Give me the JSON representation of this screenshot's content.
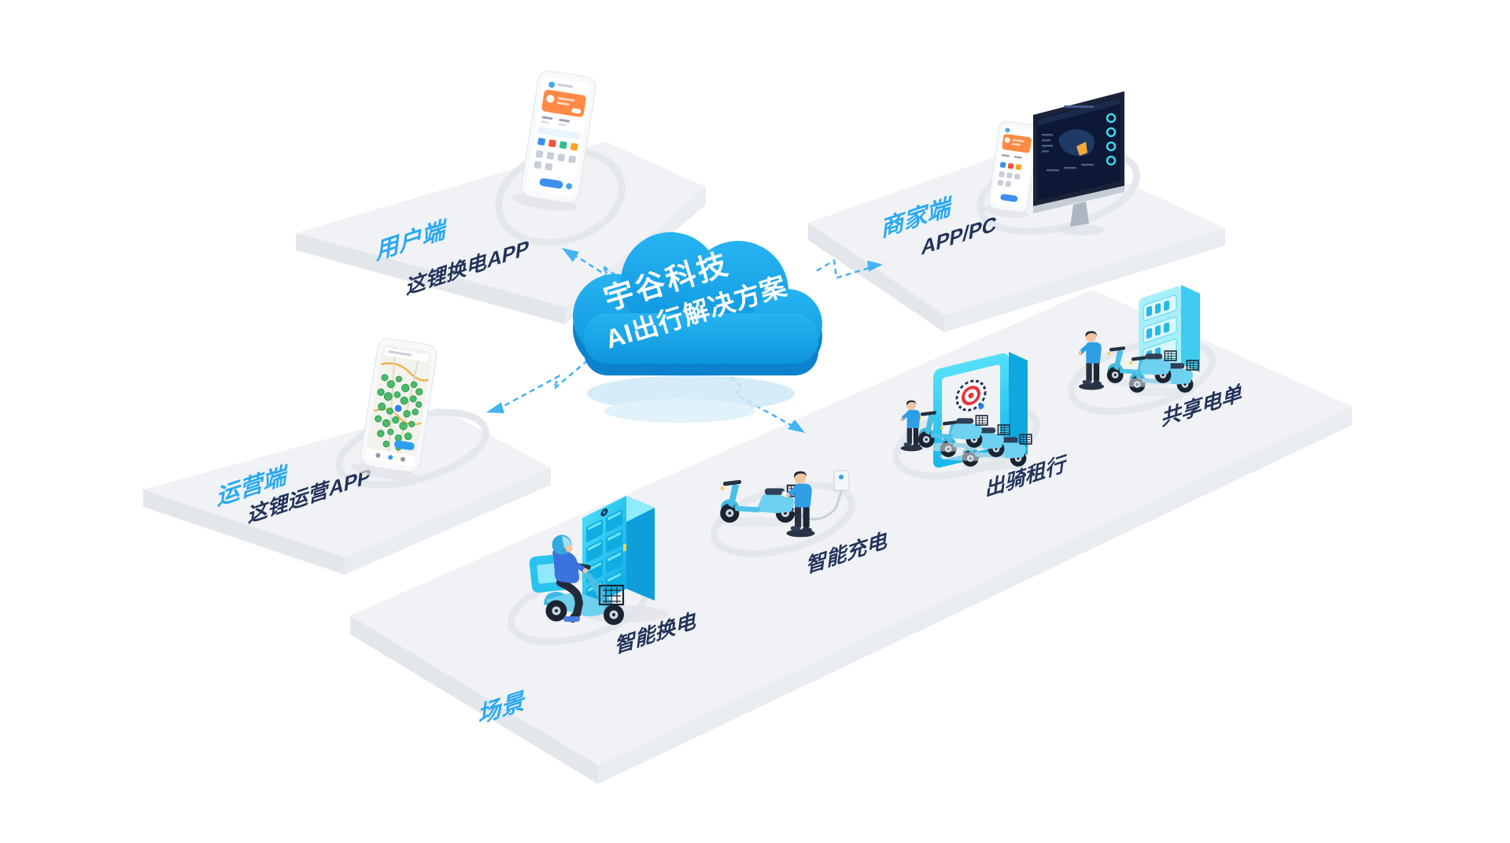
{
  "cloud": {
    "line1": "宇谷科技",
    "line2": "AI出行解决方案",
    "color_top": "#18A7EC",
    "color_side": "#0C82CC"
  },
  "platforms": {
    "user": {
      "label": "用户端",
      "sublabel": "这锂换电APP"
    },
    "merchant": {
      "label": "商家端",
      "sublabel": "APP/PC"
    },
    "operation": {
      "label": "运营端",
      "sublabel": "这锂运营APP"
    },
    "scene": {
      "label": "场景",
      "scenes": [
        {
          "label": "智能换电"
        },
        {
          "label": "智能充电"
        },
        {
          "label": "出骑租行"
        },
        {
          "label": "共享电单"
        }
      ]
    }
  },
  "colors": {
    "accent_blue": "#2AA9F1",
    "dark_navy": "#22335A",
    "platform_top": "#F0F2F5",
    "platform_side": "#E3E7EC",
    "cyan_device": "#29C8F0"
  }
}
